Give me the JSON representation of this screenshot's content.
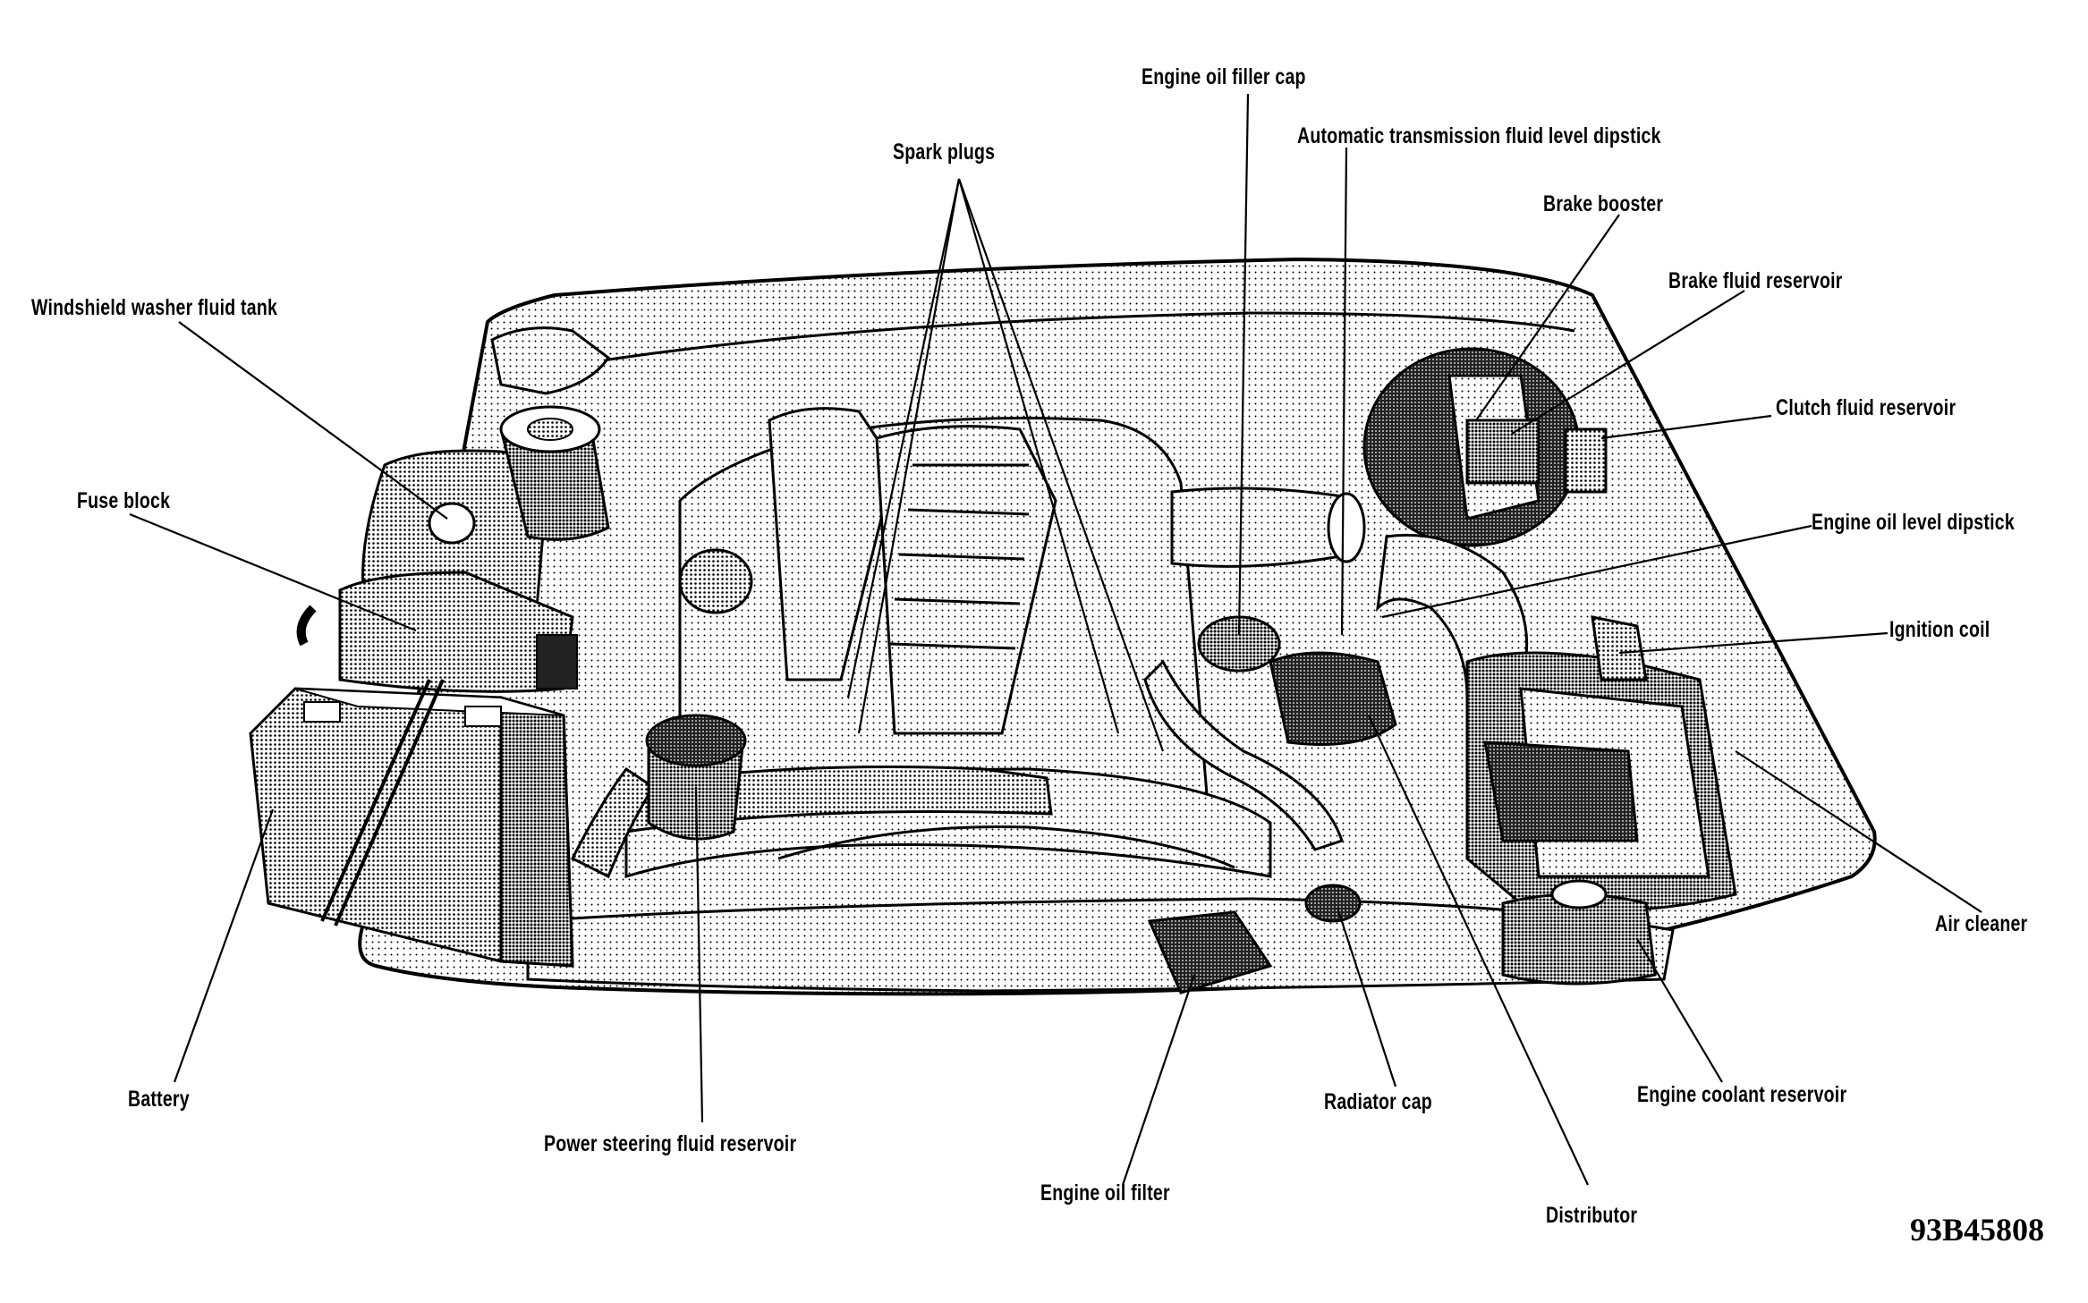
{
  "labels": {
    "engine_oil_filler_cap": "Engine oil filler cap",
    "auto_trans_dipstick": "Automatic transmission fluid level dipstick",
    "spark_plugs": "Spark plugs",
    "brake_booster": "Brake booster",
    "washer_tank": "Windshield washer fluid tank",
    "brake_fluid_reservoir": "Brake fluid reservoir",
    "clutch_fluid_reservoir": "Clutch fluid reservoir",
    "fuse_block": "Fuse block",
    "engine_oil_level_dipstick": "Engine oil level dipstick",
    "ignition_coil": "Ignition coil",
    "air_cleaner": "Air cleaner",
    "battery": "Battery",
    "radiator_cap": "Radiator cap",
    "engine_coolant_reservoir": "Engine coolant reservoir",
    "power_steering_reservoir": "Power steering fluid reservoir",
    "engine_oil_filter": "Engine oil filter",
    "distributor": "Distributor"
  },
  "figure_code": "93B45808"
}
